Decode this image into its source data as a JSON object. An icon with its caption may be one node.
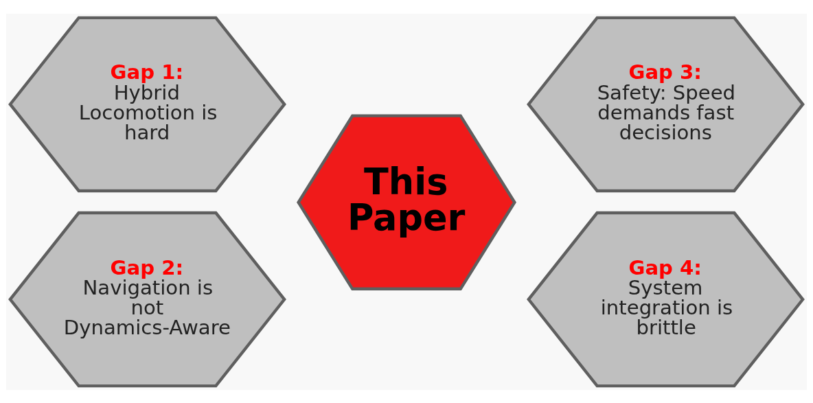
{
  "diagram": {
    "nodes": [
      {
        "text": [
          "Gap 1:",
          "Hybrid Locomotion is hard"
        ]
      },
      {
        "text": [
          "Gap 2:",
          "Navigation is not Dynamics-Aware"
        ]
      },
      {
        "text": [
          "This Paper"
        ]
      },
      {
        "text": [
          "Gap 3:",
          "Safety: Speed demands fast decisions"
        ]
      },
      {
        "text": [
          "Gap 4:",
          "System integration is brittle"
        ]
      }
    ]
  }
}
